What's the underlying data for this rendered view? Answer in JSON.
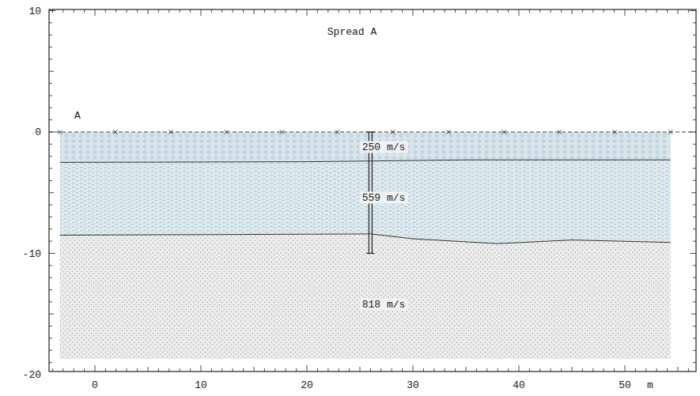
{
  "diagram": {
    "title": "Spread A",
    "labels": [
      "A",
      "10",
      "0",
      "-10",
      "-20",
      "0",
      "10",
      "20",
      "30",
      "40",
      "50",
      "m",
      "250 m/s",
      "559 m/s",
      "818 m/s"
    ]
  }
}
